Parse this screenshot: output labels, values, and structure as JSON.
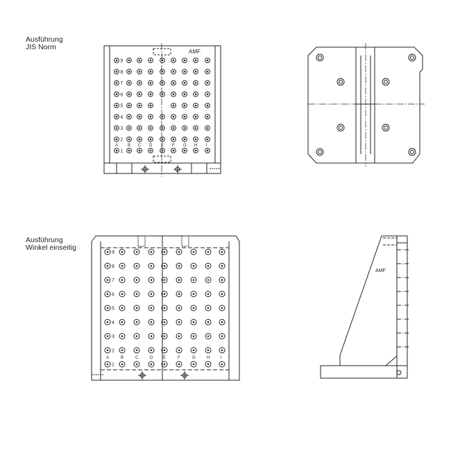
{
  "variants": [
    {
      "label_line1": "Ausführung",
      "label_line2": "JIS Norm"
    },
    {
      "label_line1": "Ausführung",
      "label_line2": "Winkel einseitig"
    }
  ],
  "grid": {
    "rows": [
      "1",
      "2",
      "3",
      "4",
      "5",
      "6",
      "7",
      "8",
      "9"
    ],
    "columns": [
      "A",
      "B",
      "C",
      "D",
      "E",
      "F",
      "G",
      "H",
      "I"
    ]
  },
  "logo": "AMF"
}
